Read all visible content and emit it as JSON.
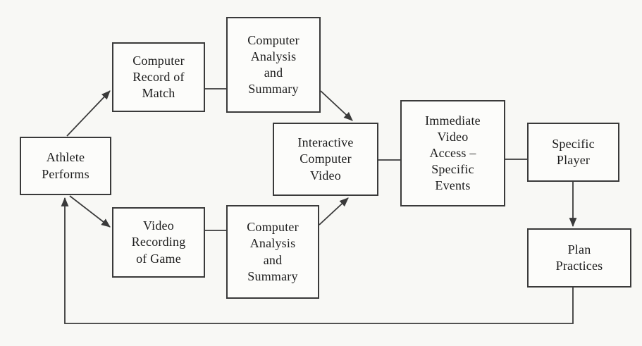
{
  "diagram": {
    "type": "flowchart",
    "colors": {
      "background": "#f8f8f5",
      "box_fill": "#fcfcfa",
      "line": "#3a3a3a",
      "text": "#1c1c1c"
    },
    "nodes": [
      {
        "id": "athlete-performs",
        "label": "Athlete\nPerforms"
      },
      {
        "id": "computer-record-of-match",
        "label": "Computer\nRecord of\nMatch"
      },
      {
        "id": "computer-analysis-summary-top",
        "label": "Computer\nAnalysis\nand\nSummary"
      },
      {
        "id": "video-recording-of-game",
        "label": "Video\nRecording\nof Game"
      },
      {
        "id": "computer-analysis-summary-bottom",
        "label": "Computer\nAnalysis\nand\nSummary"
      },
      {
        "id": "interactive-computer-video",
        "label": "Interactive\nComputer\nVideo"
      },
      {
        "id": "immediate-video-access",
        "label": "Immediate\nVideo\nAccess –\nSpecific\nEvents"
      },
      {
        "id": "specific-player",
        "label": "Specific\nPlayer"
      },
      {
        "id": "plan-practices",
        "label": "Plan\nPractices"
      }
    ],
    "edges": [
      {
        "from": "athlete-performs",
        "to": "computer-record-of-match",
        "arrowhead": true
      },
      {
        "from": "computer-record-of-match",
        "to": "computer-analysis-summary-top",
        "arrowhead": false
      },
      {
        "from": "computer-analysis-summary-top",
        "to": "interactive-computer-video",
        "arrowhead": true
      },
      {
        "from": "athlete-performs",
        "to": "video-recording-of-game",
        "arrowhead": true
      },
      {
        "from": "video-recording-of-game",
        "to": "computer-analysis-summary-bottom",
        "arrowhead": false
      },
      {
        "from": "computer-analysis-summary-bottom",
        "to": "interactive-computer-video",
        "arrowhead": true
      },
      {
        "from": "interactive-computer-video",
        "to": "immediate-video-access",
        "arrowhead": false
      },
      {
        "from": "immediate-video-access",
        "to": "specific-player",
        "arrowhead": false
      },
      {
        "from": "specific-player",
        "to": "plan-practices",
        "arrowhead": true
      },
      {
        "from": "plan-practices",
        "to": "athlete-performs",
        "arrowhead": true,
        "route": "feedback-loop-bottom"
      }
    ]
  }
}
